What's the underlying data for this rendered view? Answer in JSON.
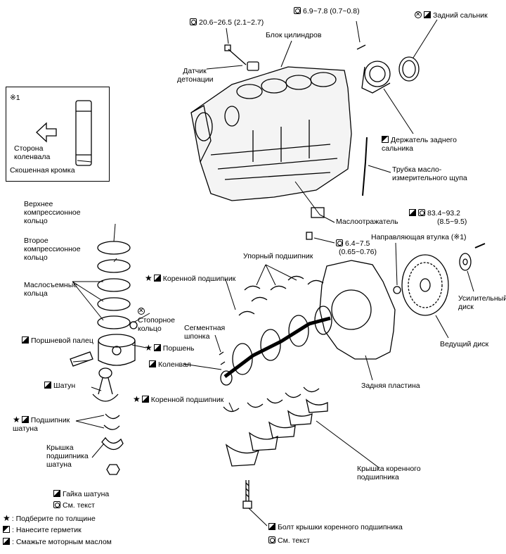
{
  "labels": {
    "torque_top_left": "20.6~26.5  (2.1~2.7)",
    "block": "Блок цилиндров",
    "torque_top_mid": "6.9~7.8  (0.7~0.8)",
    "rear_seal": "Задний сальник",
    "knock_sensor": "Датчик детонации",
    "seal_holder": "Держатель заднего сальника",
    "dipstick_tube": "Трубка масло-измерительного щупа",
    "baffle": "Маслоотражатель",
    "torque_mid": "6.4~7.5",
    "torque_mid2": "(0.65~0.76)",
    "torque_right": "83.4~93.2",
    "torque_right2": "(8.5~9.5)",
    "guide_bushing": "Направляющая втулка (※1)",
    "thrust_bearing": "Упорный подшипник",
    "main_bearing_upper": "Коренной подшипник",
    "retainer_ring": "Стопорное кольцо",
    "woodruff_key": "Сегментная шпонка",
    "piston": "Поршень",
    "crankshaft": "Коленвал",
    "piston_pin": "Поршневой палец",
    "conrod": "Шатун",
    "conrod_bearing": "Подшипник шатуна",
    "conrod_cap": "Крышка подшипника шатуна",
    "conrod_nut": "Гайка шатуна",
    "see_text": "См. текст",
    "main_bearing_lower": "Коренной подшипник",
    "rear_plate": "Задняя пластина",
    "main_cap": "Крышка коренного подшипника",
    "main_cap_bolt": "Болт крышки коренного подшипника",
    "see_text2": "См. текст",
    "flywheel": "Ведущий диск",
    "reinforce_plate": "Усилительный диск",
    "top_ring": "Верхнее компрессионное кольцо",
    "second_ring": "Второе компрессионное кольцо",
    "oil_rings": "Маслосъемные кольца"
  },
  "inset": {
    "ref": "※1",
    "crank_side": "Сторона коленвала",
    "chamfer": "Скошенная кромка"
  },
  "legend": [
    {
      "symbol": "★",
      "text": ": Подберите по толщине"
    },
    {
      "symbol": "sealant-icon",
      "text": ": Нанесите герметик"
    },
    {
      "symbol": "oil-icon",
      "text": ": Смажьте моторным маслом"
    }
  ]
}
